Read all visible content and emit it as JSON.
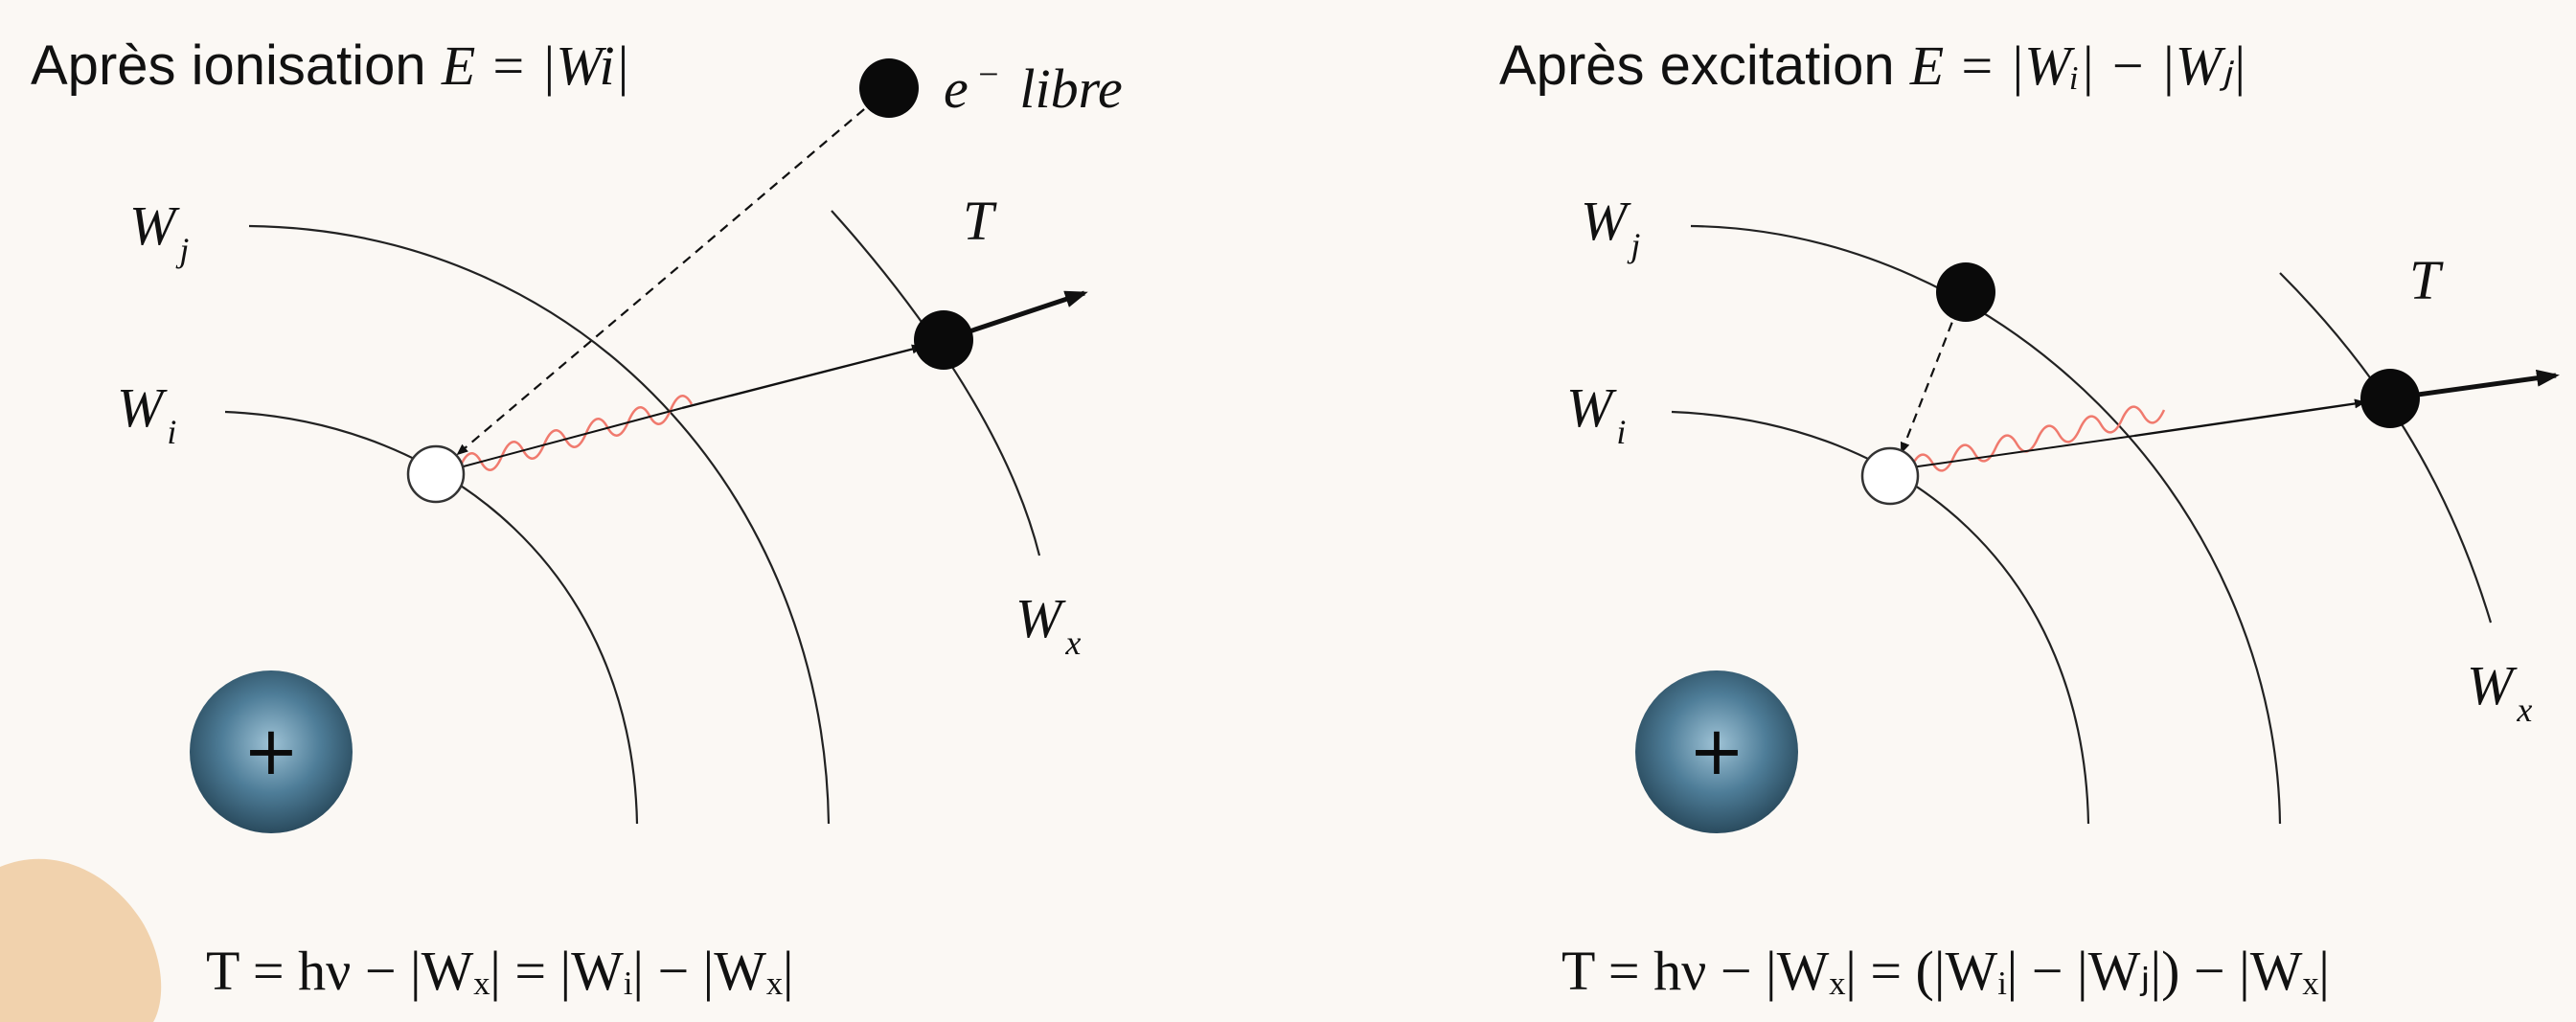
{
  "panels": [
    {
      "title_prefix": "Après ionisation ",
      "title_formula": "E  =  |Wi|",
      "free_electron_label": "e",
      "free_electron_sup": "−",
      "free_electron_word": "libre",
      "shell_labels": {
        "wj": "W",
        "wj_sub": "j",
        "wi": "W",
        "wi_sub": "i",
        "t": "T",
        "wx": "W",
        "wx_sub": "x"
      },
      "nucleus_symbol": "+",
      "equation": "T = hν − |Wₓ| = |Wᵢ| − |Wₓ|"
    },
    {
      "title_prefix": "Après excitation ",
      "title_formula": "E =  |Wᵢ| − |Wⱼ|",
      "shell_labels": {
        "wj": "W",
        "wj_sub": "j",
        "wi": "W",
        "wi_sub": "i",
        "t": "T",
        "wx": "W",
        "wx_sub": "x"
      },
      "nucleus_symbol": "+",
      "equation": "T = hν − |Wₓ|  = (|Wᵢ| − |Wⱼ|) − |Wₓ|"
    }
  ],
  "colors": {
    "background": "#fbf8f4",
    "photon": "#f07a6e",
    "nucleus": "#4e7d98",
    "accent_shape": "#f1d2ad"
  }
}
